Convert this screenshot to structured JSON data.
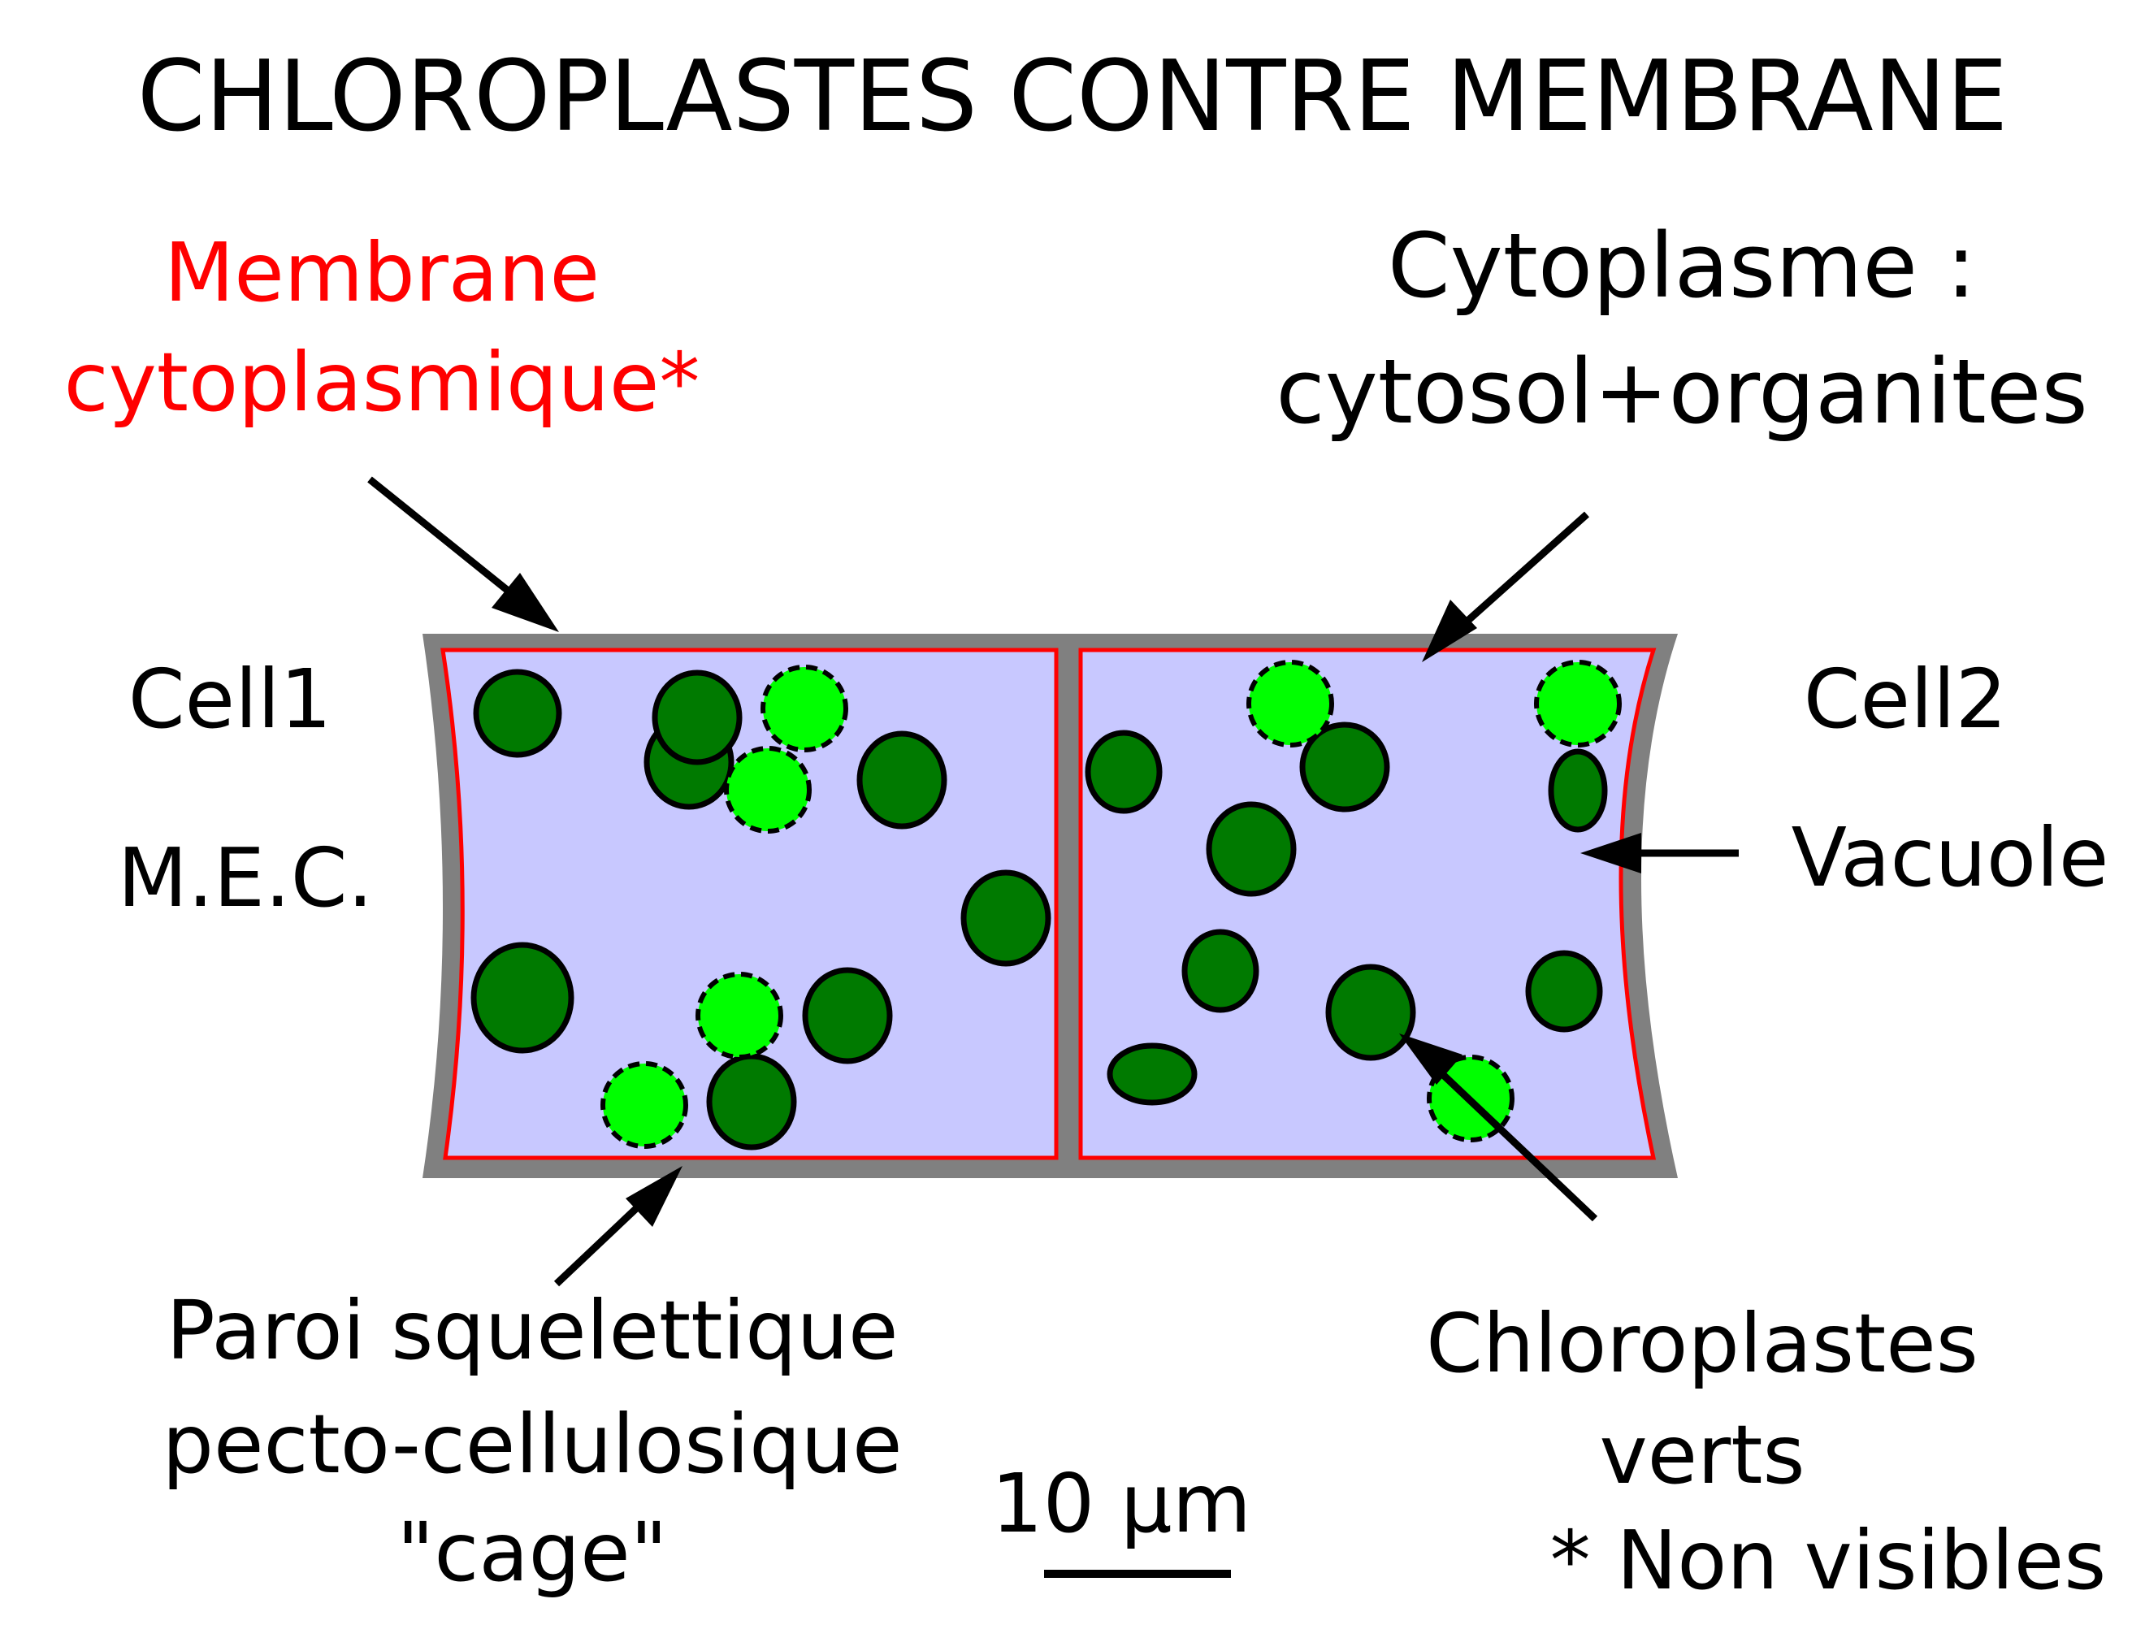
{
  "title": "CHLOROPLASTES CONTRE MEMBRANE",
  "labels": {
    "membrane_line1": "Membrane",
    "membrane_line2": "cytoplasmique*",
    "cytoplasme_line1": "Cytoplasme :",
    "cytoplasme_line2": "cytosol+organites",
    "cell1": "Cell1",
    "cell2": "Cell2",
    "mec": "M.E.C.",
    "vacuole": "Vacuole",
    "paroi_line1": "Paroi squelettique",
    "paroi_line2": "pecto-cellulosique",
    "paroi_line3": "\"cage\"",
    "chloro_line1": "Chloroplastes",
    "chloro_line2": "verts",
    "non_visibles": "* Non visibles",
    "scale": "10 µm"
  },
  "colors": {
    "wall": "#808080",
    "membrane": "#ff0000",
    "vacuole": "#c8c8ff",
    "chloroplast_dark": "#007a00",
    "chloroplast_light": "#00ff00",
    "membrane_label": "#ff0000",
    "text": "#000000"
  }
}
